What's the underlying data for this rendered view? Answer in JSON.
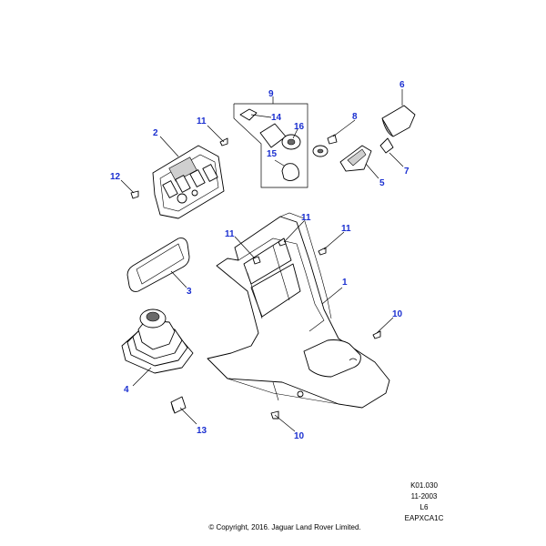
{
  "callouts": {
    "c1": "1",
    "c2": "2",
    "c3": "3",
    "c4": "4",
    "c5": "5",
    "c6": "6",
    "c7": "7",
    "c8": "8",
    "c9": "9",
    "c10a": "10",
    "c10b": "10",
    "c11a": "11",
    "c11b": "11",
    "c11c": "11",
    "c11d": "11",
    "c12": "12",
    "c13": "13",
    "c14": "14",
    "c15": "15",
    "c16": "16"
  },
  "meta": {
    "ref": "K01.030",
    "date": "11-2003",
    "engine": "L6",
    "code": "EAPXCA1C"
  },
  "copyright": "© Copyright, 2016. Jaguar Land Rover Limited.",
  "colors": {
    "callout": "#1a2fd0",
    "line": "#000000"
  }
}
